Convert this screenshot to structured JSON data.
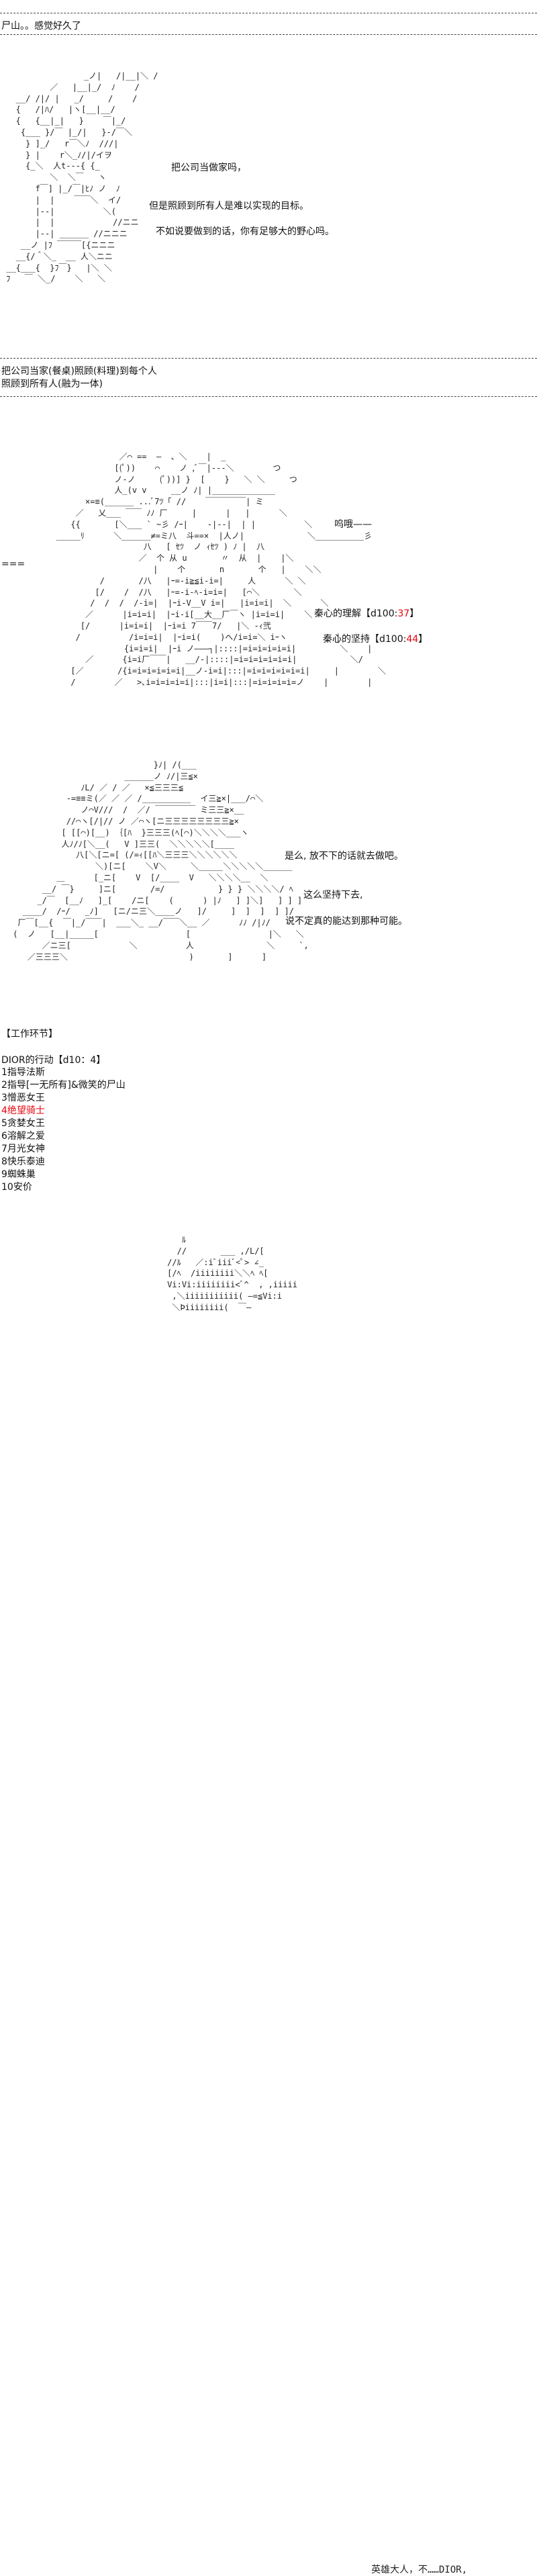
{
  "section1": {
    "header": "尸山。。感觉好久了",
    "lines": [
      "把公司当做家吗，",
      "但是照顾到所有人是难以实现的目标。",
      "不如说要做到的话，你有足够大的野心吗。"
    ]
  },
  "section2": {
    "header_line1": "把公司当家(餐桌)照顾(料理)到每个人",
    "header_line2": "照顾到所有人(融为一体)",
    "sound": "呜哦——",
    "roll1_label": "秦心的理解【d100:",
    "roll1_value": "37",
    "roll1_end": "】",
    "roll2_label": "秦心的坚持【d100:",
    "roll2_value": "44",
    "roll2_end": "】",
    "left_mark": "==="
  },
  "section3": {
    "lines": [
      "是么, 放不下的话就去做吧。",
      "这么坚持下去,",
      "说不定真的能达到那种可能。"
    ]
  },
  "work": {
    "title": "【工作环节】",
    "roll_line": "DIOR的行动【d10：4】",
    "items": [
      "1指导法斯",
      "2指导[一无所有]&微笑的尸山",
      "3憎恶女王",
      "4绝望骑士",
      "5贪婪女王",
      "6溶解之爱",
      "7月光女神",
      "8快乐泰迪",
      "9蜘蛛巢",
      "10安价"
    ],
    "highlight_color": "#e8000b"
  },
  "section4": {
    "line": "英雄大人，不……DIOR,"
  }
}
